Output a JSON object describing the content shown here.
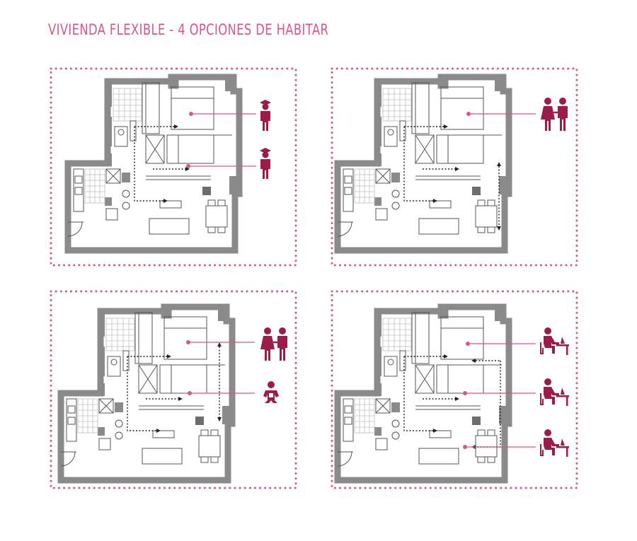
{
  "title": "VIVIENDA FLEXIBLE - 4 OPCIONES DE HABITAR",
  "colors": {
    "accent": "#d4588a",
    "icon": "#9c1c48",
    "wall": "#8a8a8a",
    "line": "#555555"
  },
  "panels": [
    {
      "name": "option-1",
      "icons": [
        "student-icon",
        "student-icon"
      ]
    },
    {
      "name": "option-2",
      "icons": [
        "couple-icon"
      ]
    },
    {
      "name": "option-3",
      "icons": [
        "couple-icon",
        "baby-icon"
      ]
    },
    {
      "name": "option-4",
      "icons": [
        "worker-desk-icon",
        "worker-desk-icon",
        "worker-desk-icon"
      ]
    }
  ]
}
